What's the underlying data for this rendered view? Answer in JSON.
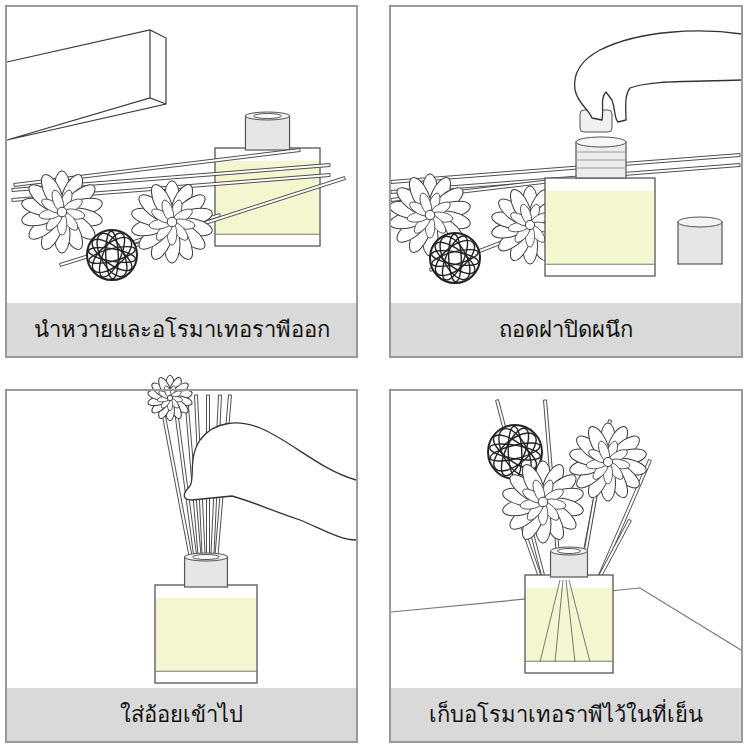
{
  "diagram": {
    "nodes": [
      {
        "text": [
          "นำหวายและอโรมาเทอราพีออก"
        ]
      },
      {
        "text": [
          "ถอดฝาปิดผนึก"
        ]
      },
      {
        "text": [
          "ใส่อ้อยเข้าไป"
        ]
      },
      {
        "text": [
          "เก็บอโรมาเทอราพีไว้ในที่เย็น"
        ]
      }
    ]
  }
}
